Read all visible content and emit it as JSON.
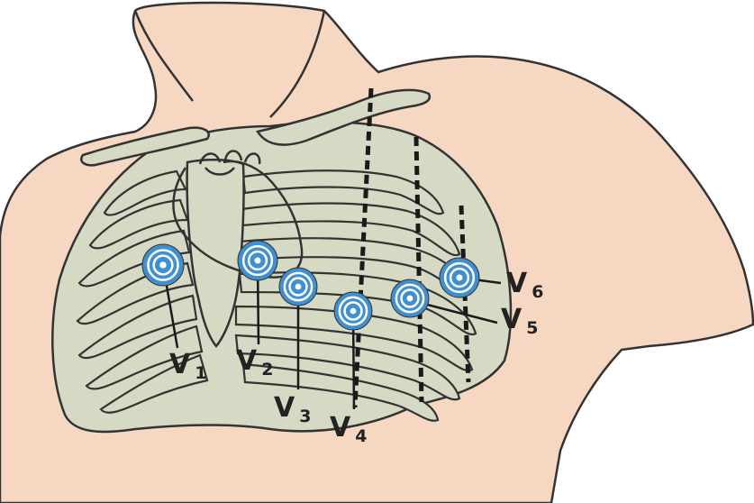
{
  "colors": {
    "skin": "#f6d7c2",
    "bone": "#d6d9c4",
    "outline": "#333333",
    "electrode": "#3f8fd1",
    "electrode_ring": "#ffffff",
    "guide_line": "#1a1a1a"
  },
  "leads": [
    {
      "letter": "V",
      "number": "1"
    },
    {
      "letter": "V",
      "number": "2"
    },
    {
      "letter": "V",
      "number": "3"
    },
    {
      "letter": "V",
      "number": "4"
    },
    {
      "letter": "V",
      "number": "5"
    },
    {
      "letter": "V",
      "number": "6"
    }
  ]
}
